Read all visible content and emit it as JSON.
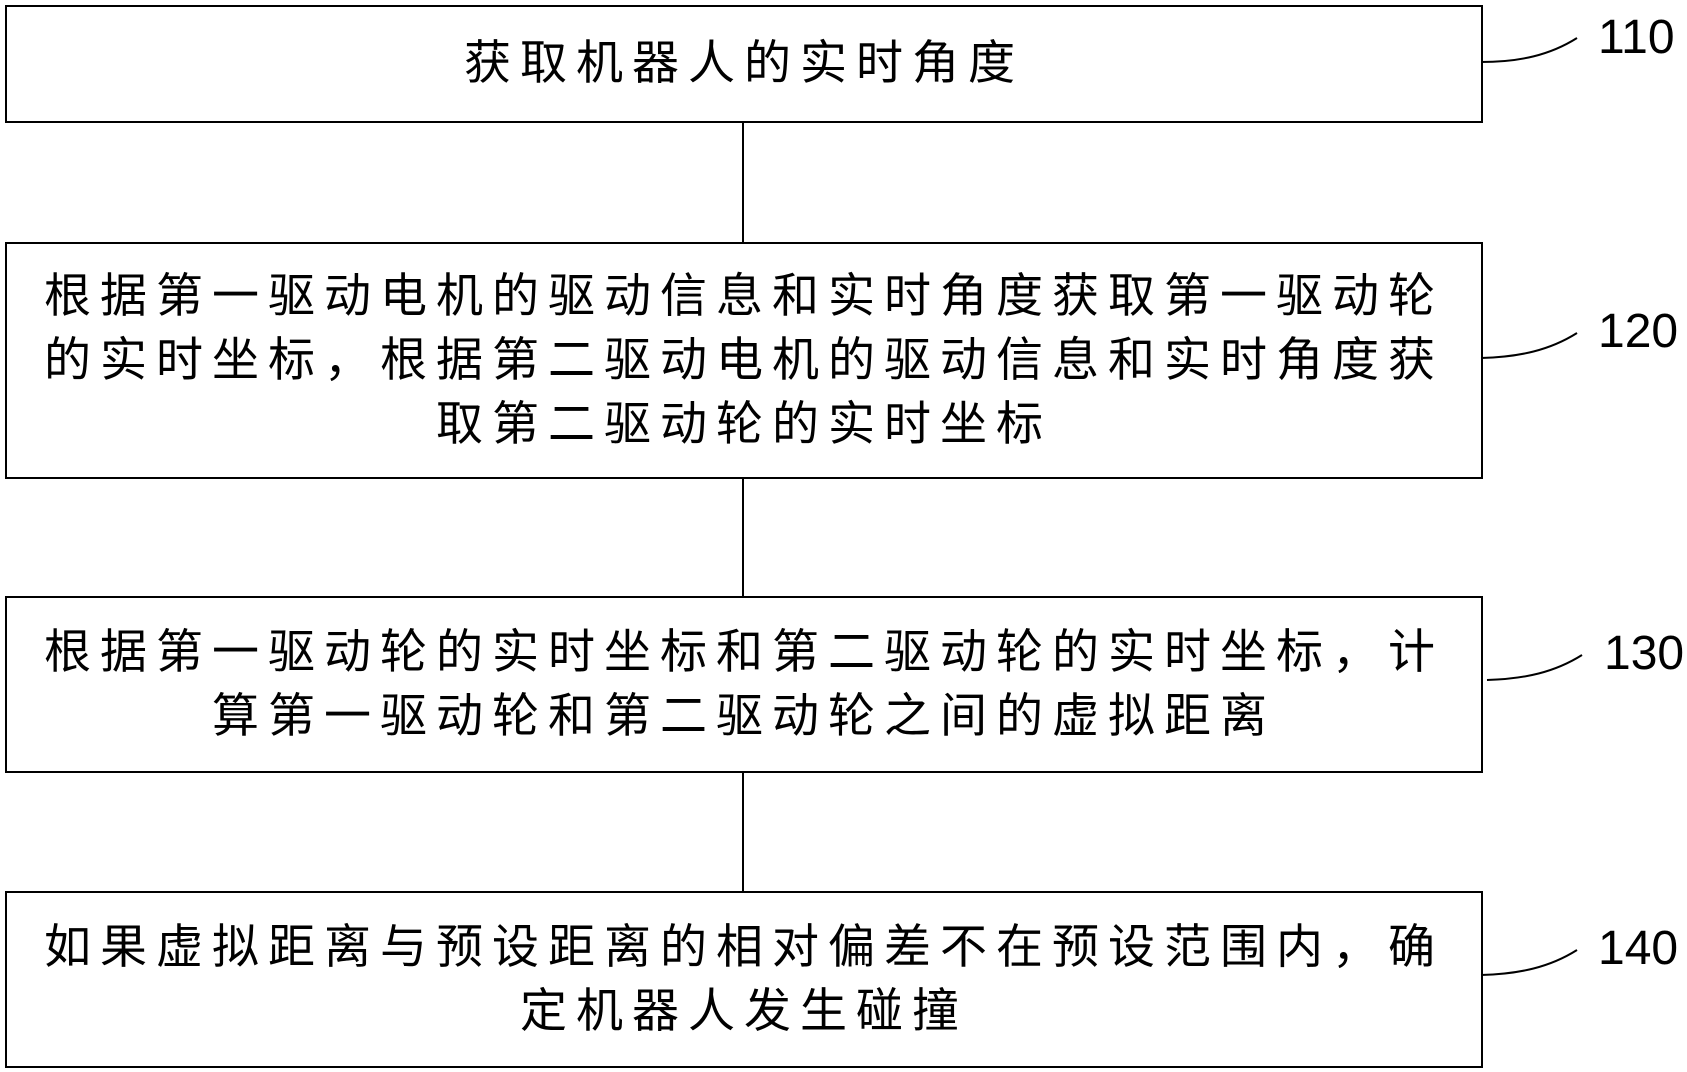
{
  "diagram": {
    "type": "flowchart",
    "direction": "top-to-bottom",
    "steps": [
      {
        "id": "110",
        "label": "110",
        "text": "获取机器人的实时角度"
      },
      {
        "id": "120",
        "label": "120",
        "text": "根据第一驱动电机的驱动信息和实时角度获取第一驱动轮的实时坐标，根据第二驱动电机的驱动信息和实时角度获取第二驱动轮的实时坐标"
      },
      {
        "id": "130",
        "label": "130",
        "text": "根据第一驱动轮的实时坐标和第二驱动轮的实时坐标，计算第一驱动轮和第二驱动轮之间的虚拟距离"
      },
      {
        "id": "140",
        "label": "140",
        "text": "如果虚拟距离与预设距离的相对偏差不在预设范围内，确定机器人发生碰撞"
      }
    ],
    "edges": [
      {
        "from": "110",
        "to": "120"
      },
      {
        "from": "120",
        "to": "130"
      },
      {
        "from": "130",
        "to": "140"
      }
    ],
    "colors": {
      "line": "#000000",
      "background": "#ffffff",
      "text": "#000000"
    }
  }
}
